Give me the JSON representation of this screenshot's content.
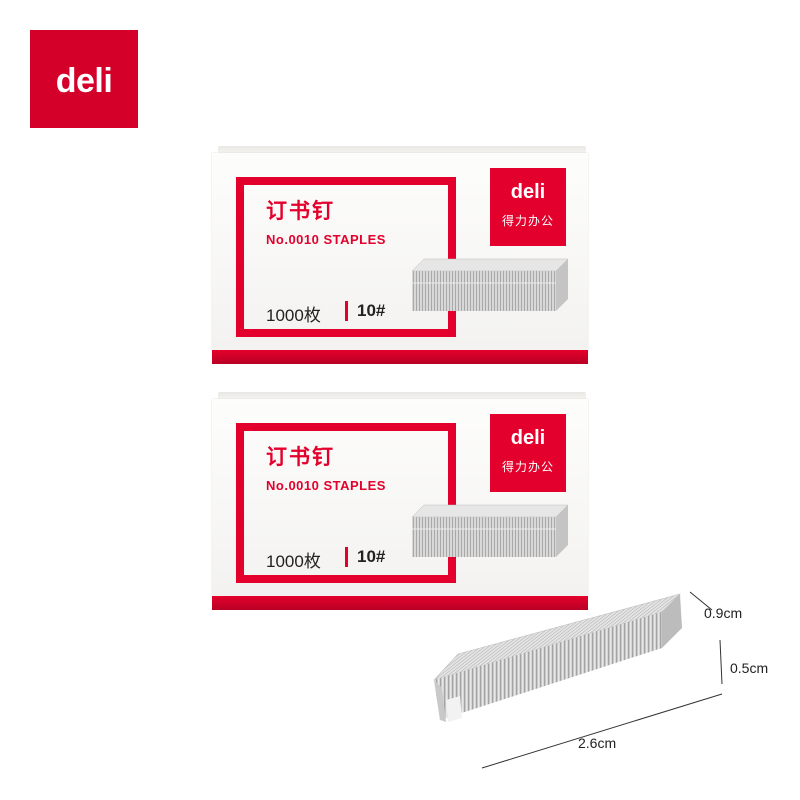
{
  "logo": {
    "text": "deli"
  },
  "boxes": [
    {
      "title_cn": "订书钉",
      "title_en": "No.0010 STAPLES",
      "quantity": "1000枚",
      "size": "10#",
      "brand": "deli",
      "brand_cn": "得力办公"
    },
    {
      "title_cn": "订书钉",
      "title_en": "No.0010 STAPLES",
      "quantity": "1000枚",
      "size": "10#",
      "brand": "deli",
      "brand_cn": "得力办公"
    }
  ],
  "dimensions": {
    "depth": "0.9cm",
    "height": "0.5cm",
    "length": "2.6cm"
  },
  "colors": {
    "brand_red": "#e4002c",
    "logo_red": "#d5002a"
  }
}
